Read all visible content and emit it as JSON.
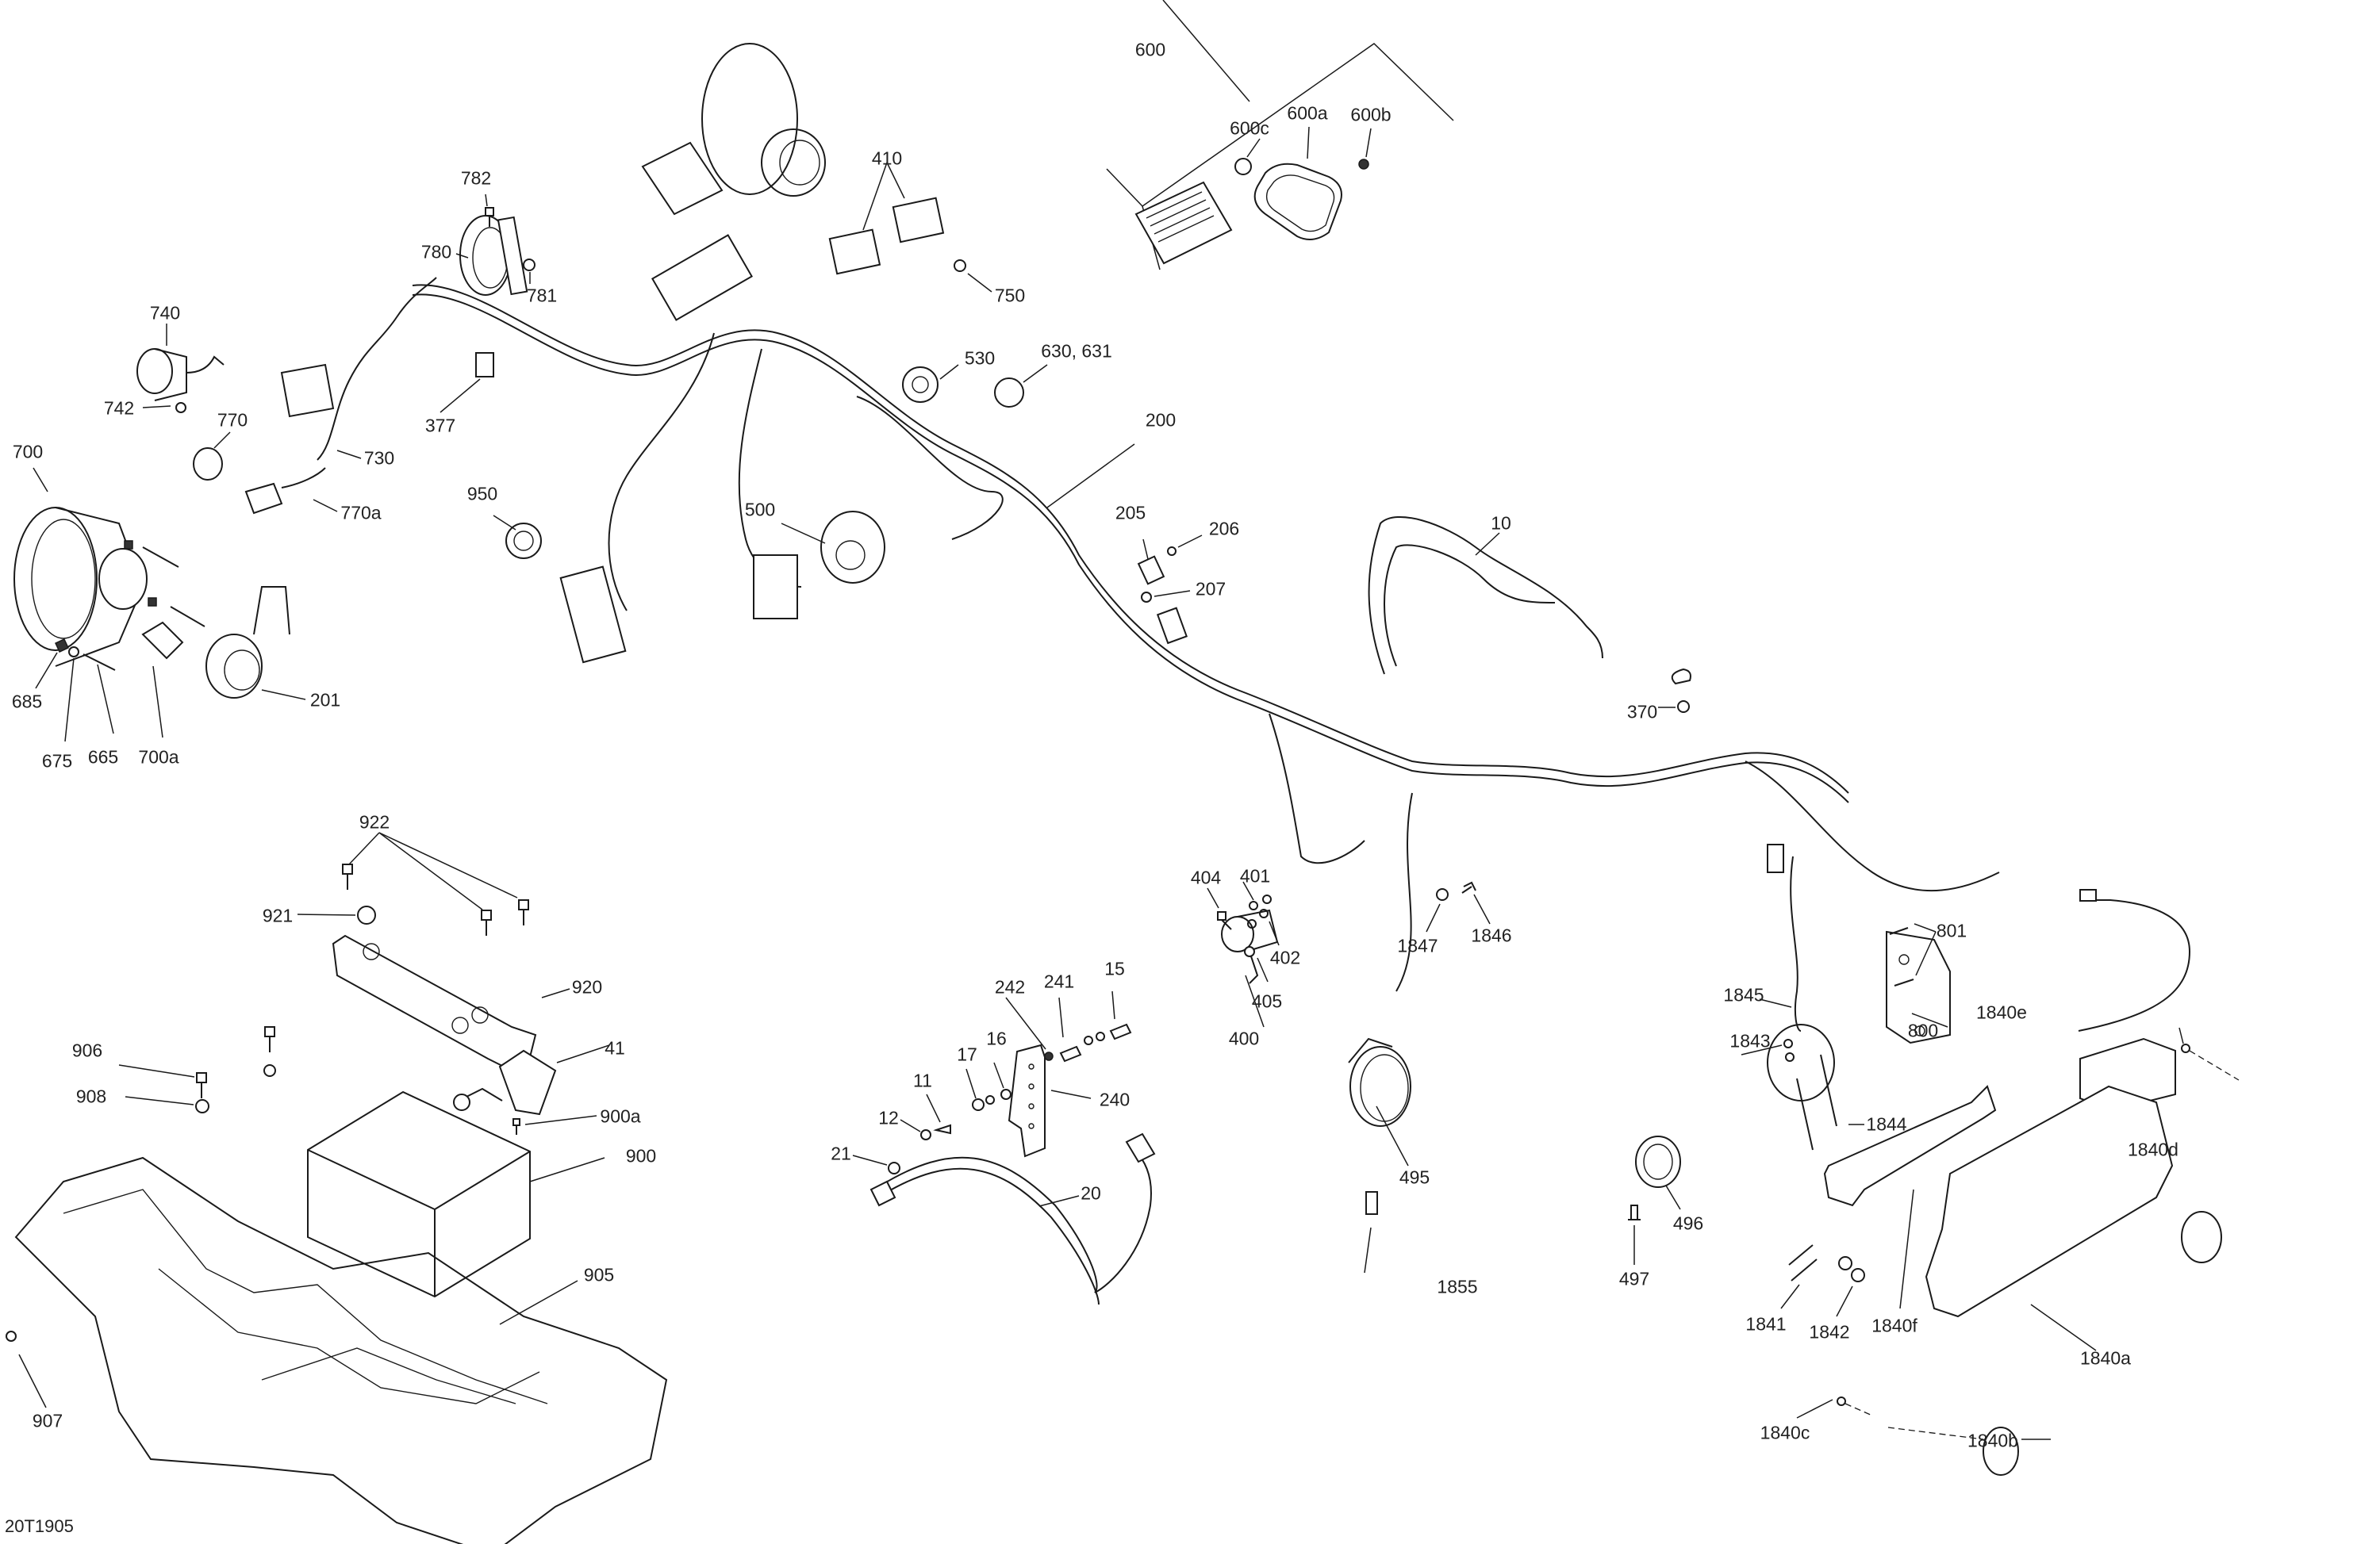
{
  "diagram": {
    "type": "exploded-parts-diagram",
    "subject": "Electrical harness and components",
    "document_id": "20T1905",
    "callouts": [
      {
        "id": "600",
        "label": "600"
      },
      {
        "id": "600a",
        "label": "600a"
      },
      {
        "id": "600b",
        "label": "600b"
      },
      {
        "id": "600c",
        "label": "600c"
      },
      {
        "id": "410",
        "label": "410"
      },
      {
        "id": "750",
        "label": "750"
      },
      {
        "id": "782",
        "label": "782"
      },
      {
        "id": "780",
        "label": "780"
      },
      {
        "id": "781",
        "label": "781"
      },
      {
        "id": "740",
        "label": "740"
      },
      {
        "id": "742",
        "label": "742"
      },
      {
        "id": "377",
        "label": "377"
      },
      {
        "id": "530",
        "label": "530"
      },
      {
        "id": "630-631",
        "label": "630, 631"
      },
      {
        "id": "200",
        "label": "200"
      },
      {
        "id": "700",
        "label": "700"
      },
      {
        "id": "770",
        "label": "770"
      },
      {
        "id": "730",
        "label": "730"
      },
      {
        "id": "770a",
        "label": "770a"
      },
      {
        "id": "950",
        "label": "950"
      },
      {
        "id": "500",
        "label": "500"
      },
      {
        "id": "205",
        "label": "205"
      },
      {
        "id": "206",
        "label": "206"
      },
      {
        "id": "207",
        "label": "207"
      },
      {
        "id": "10",
        "label": "10"
      },
      {
        "id": "201",
        "label": "201"
      },
      {
        "id": "685",
        "label": "685"
      },
      {
        "id": "675",
        "label": "675"
      },
      {
        "id": "665",
        "label": "665"
      },
      {
        "id": "700a",
        "label": "700a"
      },
      {
        "id": "370",
        "label": "370"
      },
      {
        "id": "922",
        "label": "922"
      },
      {
        "id": "921",
        "label": "921"
      },
      {
        "id": "920",
        "label": "920"
      },
      {
        "id": "906",
        "label": "906"
      },
      {
        "id": "908",
        "label": "908"
      },
      {
        "id": "41",
        "label": "41"
      },
      {
        "id": "900a",
        "label": "900a"
      },
      {
        "id": "900",
        "label": "900"
      },
      {
        "id": "905",
        "label": "905"
      },
      {
        "id": "907",
        "label": "907"
      },
      {
        "id": "404",
        "label": "404"
      },
      {
        "id": "401",
        "label": "401"
      },
      {
        "id": "402",
        "label": "402"
      },
      {
        "id": "405",
        "label": "405"
      },
      {
        "id": "400",
        "label": "400"
      },
      {
        "id": "1847",
        "label": "1847"
      },
      {
        "id": "1846",
        "label": "1846"
      },
      {
        "id": "801",
        "label": "801"
      },
      {
        "id": "800",
        "label": "800"
      },
      {
        "id": "1845",
        "label": "1845"
      },
      {
        "id": "1843",
        "label": "1843"
      },
      {
        "id": "1844",
        "label": "1844"
      },
      {
        "id": "1840e",
        "label": "1840e"
      },
      {
        "id": "1840d",
        "label": "1840d"
      },
      {
        "id": "242",
        "label": "242"
      },
      {
        "id": "241",
        "label": "241"
      },
      {
        "id": "15",
        "label": "15"
      },
      {
        "id": "16",
        "label": "16"
      },
      {
        "id": "17",
        "label": "17"
      },
      {
        "id": "240",
        "label": "240"
      },
      {
        "id": "11",
        "label": "11"
      },
      {
        "id": "12",
        "label": "12"
      },
      {
        "id": "21",
        "label": "21"
      },
      {
        "id": "20",
        "label": "20"
      },
      {
        "id": "495",
        "label": "495"
      },
      {
        "id": "496",
        "label": "496"
      },
      {
        "id": "497",
        "label": "497"
      },
      {
        "id": "1855",
        "label": "1855"
      },
      {
        "id": "1841",
        "label": "1841"
      },
      {
        "id": "1842",
        "label": "1842"
      },
      {
        "id": "1840f",
        "label": "1840f"
      },
      {
        "id": "1840a",
        "label": "1840a"
      },
      {
        "id": "1840c",
        "label": "1840c"
      },
      {
        "id": "1840b",
        "label": "1840b"
      }
    ]
  }
}
